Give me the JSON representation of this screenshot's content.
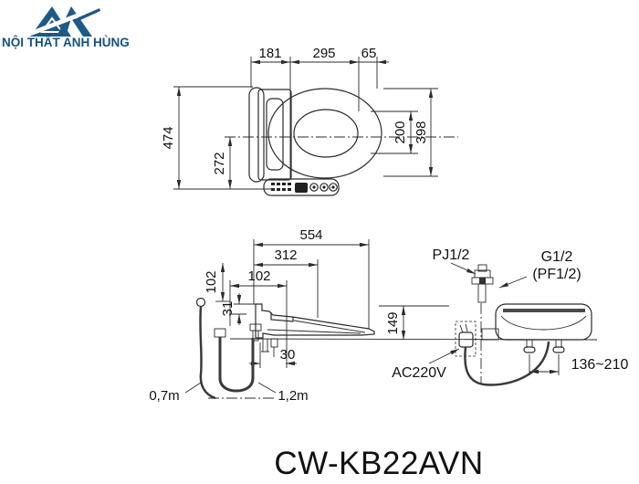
{
  "brand": {
    "name": "NỘI THẤT ANH HÙNG",
    "color": "#1d5a87"
  },
  "product": {
    "model": "CW-KB22AVN"
  },
  "top_view": {
    "dim_back": "181",
    "dim_mid": "295",
    "dim_front": "65",
    "dim_total_depth": "474",
    "dim_panel_depth": "272",
    "dim_bowl_width": "200",
    "dim_seat_width": "398"
  },
  "side_view": {
    "dim_total_length": "554",
    "dim_body_length": "312",
    "dim_inlet_offset_h": "102",
    "dim_inlet_offset_v": "102",
    "dim_step": "31",
    "dim_height": "149",
    "dim_bolt_offset": "30",
    "hose_spray_length": "0,7m",
    "hose_supply_length": "1,2m"
  },
  "rear_view": {
    "inlet_type": "PJ1/2",
    "thread_type": "G1/2",
    "thread_type_alt": "(PF1/2)",
    "power_label": "AC220V",
    "bolt_pitch": "136~210"
  }
}
